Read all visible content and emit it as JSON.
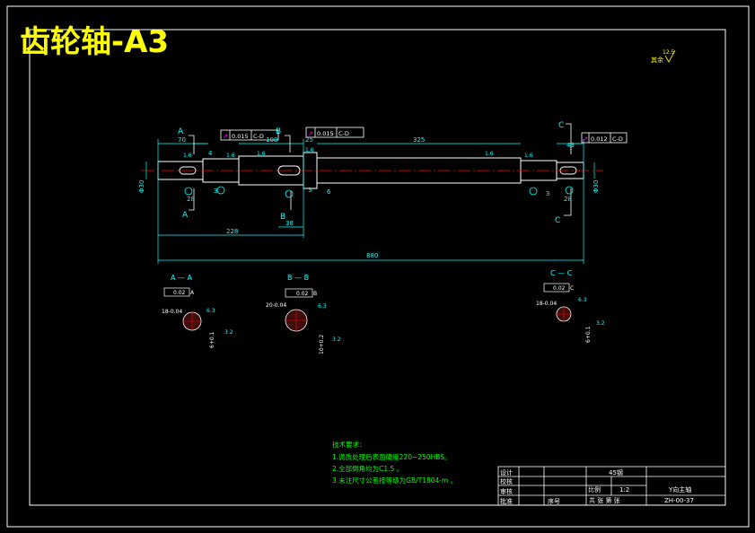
{
  "sheet_title": "齿轮轴-A3",
  "roughness_note": {
    "prefix": "其余",
    "value": "12.5"
  },
  "section_markers": {
    "a": "A",
    "b": "B",
    "c": "C"
  },
  "tolerance_frames": [
    {
      "symbol": "↗",
      "value": "0.015",
      "datum": "C-D"
    },
    {
      "symbol": "↗",
      "value": "0.015",
      "datum": "C-D"
    },
    {
      "symbol": "↗",
      "value": "0.012",
      "datum": "C-D"
    }
  ],
  "top_dims": [
    "70",
    "4",
    "100",
    "25",
    "325",
    "43"
  ],
  "surface_marks": [
    "1.6",
    "1.6",
    "1.6",
    "1.6",
    "1.6",
    "1.6"
  ],
  "diameter_labels": [
    "Φ30",
    "Φ30"
  ],
  "small_dims": [
    "28",
    "3",
    "3",
    "6",
    "28",
    "3"
  ],
  "bottom_dims": [
    "228",
    "38",
    "880"
  ],
  "section_views": [
    {
      "title": "A — A",
      "frame_value": "0.02",
      "frame_datum": "A",
      "width_label": "18-0.04",
      "depth_label": "6+0.1",
      "rough": "6.3",
      "rough2": "3.2"
    },
    {
      "title": "B — B",
      "frame_value": "0.02",
      "frame_datum": "B",
      "width_label": "20-0.04",
      "depth_label": "10+0.2",
      "rough": "6.3",
      "rough2": "3.2"
    },
    {
      "title": "C — C",
      "frame_value": "0.02",
      "frame_datum": "C",
      "width_label": "18-0.04",
      "depth_label": "6+0.1",
      "rough": "6.3",
      "rough2": "3.2"
    }
  ],
  "notes": {
    "heading": "技术要求：",
    "lines": [
      "1.调质处理后表面硬度220~250HBS。",
      "2.全部倒角均为C1.5 。",
      "3.未注尺寸公差按等级为GB/T1804-m 。"
    ]
  },
  "title_block": {
    "material": "45钢",
    "scale_label": "比例",
    "scale_value": "1:2",
    "part_name": "Y向主轴",
    "drawing_no": "ZH-00-37",
    "sheets_text": "共  张 第  张",
    "labels": [
      "设计",
      "校核",
      "审核",
      "批准"
    ],
    "row_label": "序号"
  },
  "colors": {
    "background": "#000000",
    "frame": "#ffffff",
    "outline": "#ffffff",
    "dimension": "#00ffff",
    "center": "#ff0000",
    "annotation": "#00ff00",
    "title": "#ffff00",
    "hatch": "#ff3333",
    "datum": "#ff00ff"
  }
}
